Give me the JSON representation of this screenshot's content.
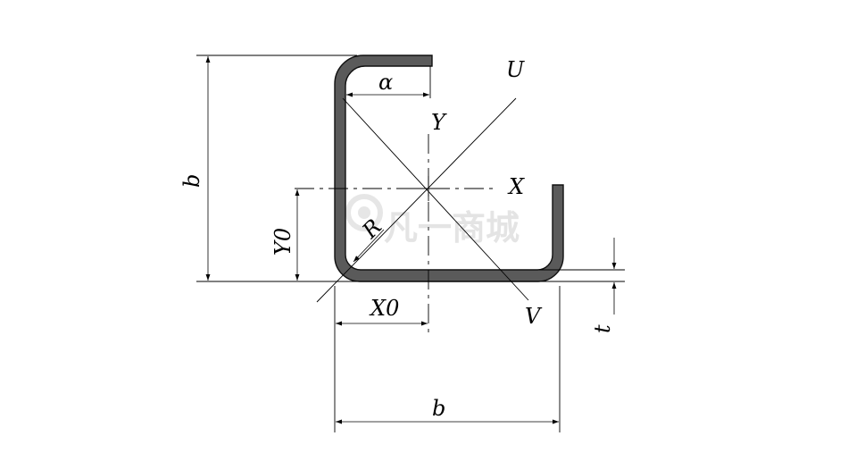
{
  "labels": {
    "a": "α",
    "b_left": "b",
    "b_bottom": "b",
    "y_axis": "Y",
    "x_axis": "X",
    "u_axis": "U",
    "v_axis": "V",
    "y0": "Y0",
    "x0": "X0",
    "r": "R",
    "t": "t"
  },
  "watermark": "凡一商城",
  "colors": {
    "profile_fill": "#5a5a5a",
    "profile_stroke": "#111111",
    "line": "#000000"
  }
}
